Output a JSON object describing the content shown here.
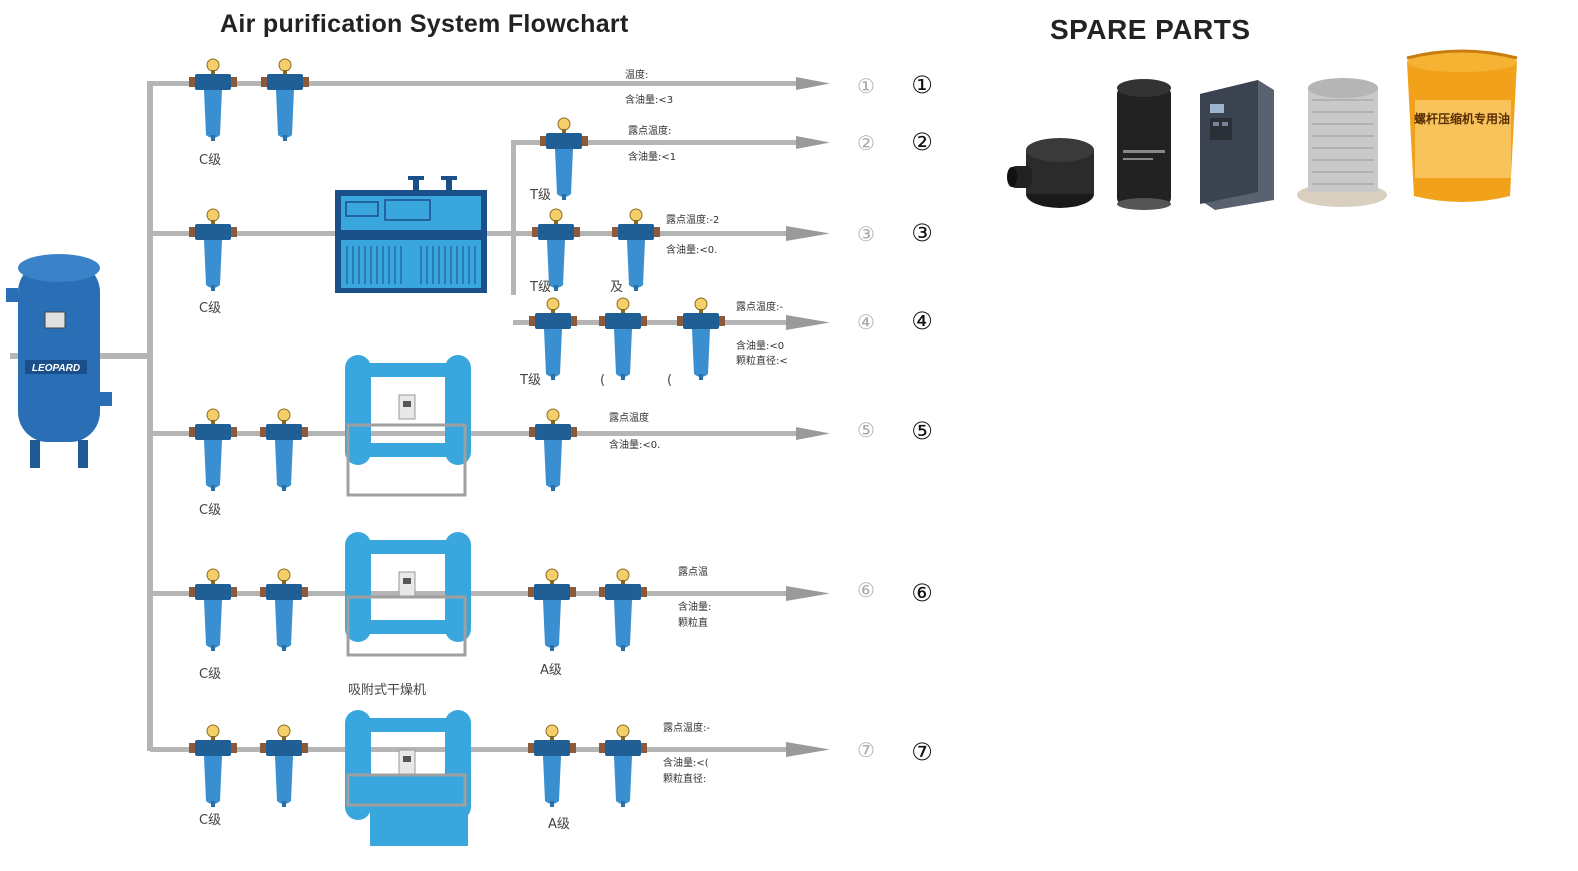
{
  "header": {
    "title": "Air purification System Flowchart",
    "spare_parts_title": "SPARE PARTS"
  },
  "tank": {
    "brand": "LEOPARD"
  },
  "lines": [
    {
      "no_outline": "①",
      "no_solid": "①",
      "spec1": "温度:",
      "spec2": "含油量:<3"
    },
    {
      "no_outline": "②",
      "no_solid": "②",
      "spec1": "露点温度:",
      "spec2": "含油量:<1"
    },
    {
      "no_outline": "③",
      "no_solid": "③",
      "spec1": "露点温度:-2",
      "spec2": "含油量:<0."
    },
    {
      "no_outline": "④",
      "no_solid": "④",
      "spec1": "露点温度:-",
      "spec2": "含油量:<0",
      "spec3": "颗粒直径:<"
    },
    {
      "no_outline": "⑤",
      "no_solid": "⑤",
      "spec1": "露点温度",
      "spec2": "含油量:<0."
    },
    {
      "no_outline": "⑥",
      "no_solid": "⑥",
      "spec1": "露点温",
      "spec2": "含油量:",
      "spec3": "颗粒直"
    },
    {
      "no_outline": "⑦",
      "no_solid": "⑦",
      "spec1": "露点温度:-",
      "spec2": "含油量:<(",
      "spec3": "颗粒直径:"
    }
  ],
  "grade_labels": {
    "c1": "C级",
    "c2": "C级",
    "c5": "C级",
    "c6": "C级",
    "c7": "C级",
    "t2": "T级",
    "t3": "T级",
    "t3b": "及",
    "t4": "T级",
    "t4b": "(",
    "t4c": "(",
    "a6": "A级",
    "a7": "A级",
    "dryer6": "吸附式干燥机"
  },
  "colors": {
    "pipe": "#b5b5b5",
    "filter": "#2f7fc1",
    "tank": "#2a6fb6",
    "dryer_blue": "#3aa6de",
    "arrow": "#9a9a9a"
  },
  "spare_parts": [
    {
      "icon": "air-intake-filter"
    },
    {
      "icon": "oil-filter"
    },
    {
      "icon": "frequency-inverter"
    },
    {
      "icon": "oil-separator"
    },
    {
      "icon": "lubricant-bucket",
      "label": "螺杆压缩机专用油"
    }
  ]
}
